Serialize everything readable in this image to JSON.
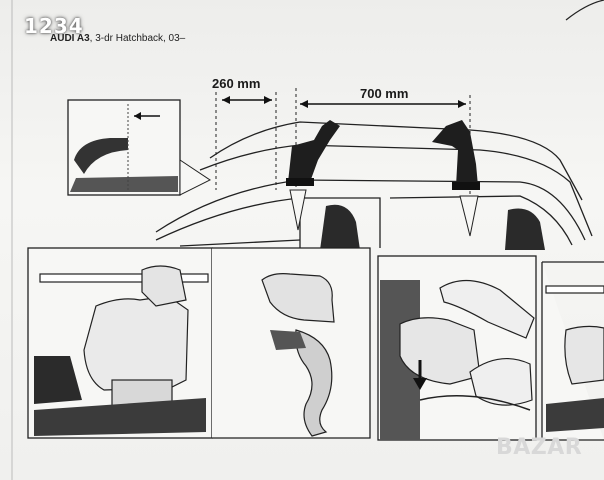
{
  "overlay_number": "1234",
  "vehicle": {
    "make_model": "AUDI A3",
    "spec": ", 3-dr Hatchback, 03–"
  },
  "dimensions": {
    "front": "260 mm",
    "spacing": "700 mm"
  },
  "watermark": "BAZAR",
  "colors": {
    "ink": "#1a1a1a",
    "paper": "#f4f4f2",
    "dark_fill": "#2a2a2a"
  }
}
